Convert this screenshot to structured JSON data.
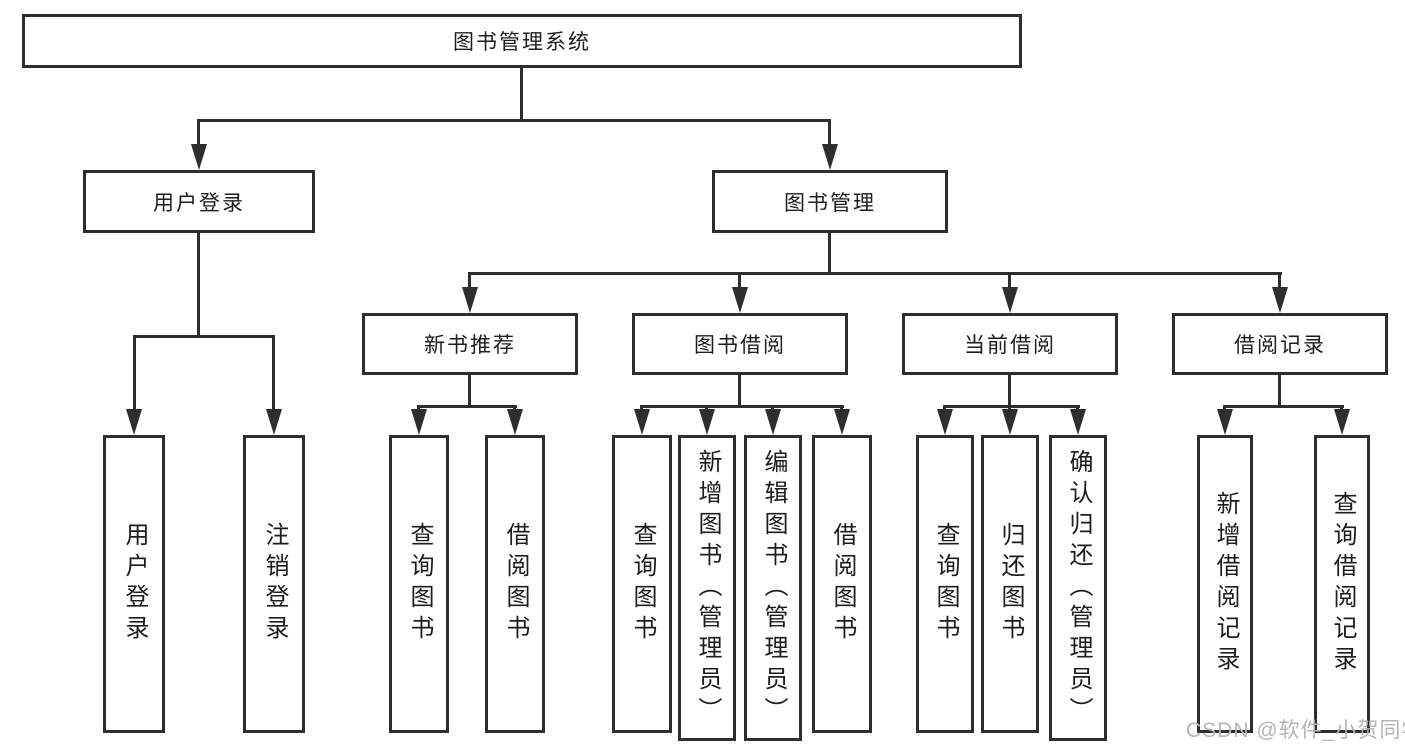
{
  "diagram": {
    "title": "图书管理系统",
    "branches": [
      {
        "label": "用户登录",
        "children": [
          {
            "label": "用户登录"
          },
          {
            "label": "注销登录"
          }
        ]
      },
      {
        "label": "图书管理",
        "children": [
          {
            "label": "新书推荐",
            "children": [
              {
                "label": "查询图书"
              },
              {
                "label": "借阅图书"
              }
            ]
          },
          {
            "label": "图书借阅",
            "children": [
              {
                "label": "查询图书"
              },
              {
                "label": "新增图书（管理员）"
              },
              {
                "label": "编辑图书（管理员）"
              },
              {
                "label": "借阅图书"
              }
            ]
          },
          {
            "label": "当前借阅",
            "children": [
              {
                "label": "查询图书"
              },
              {
                "label": "归还图书"
              },
              {
                "label": "确认归还（管理员）"
              }
            ]
          },
          {
            "label": "借阅记录",
            "children": [
              {
                "label": "新增借阅记录"
              },
              {
                "label": "查询借阅记录"
              }
            ]
          }
        ]
      }
    ]
  },
  "watermark": "CSDN @软件_小贺同学",
  "colors": {
    "line": "#2e2e2e",
    "background": "#ffffff",
    "text": "#1d1d1d",
    "watermark": "#b5b5b5"
  }
}
